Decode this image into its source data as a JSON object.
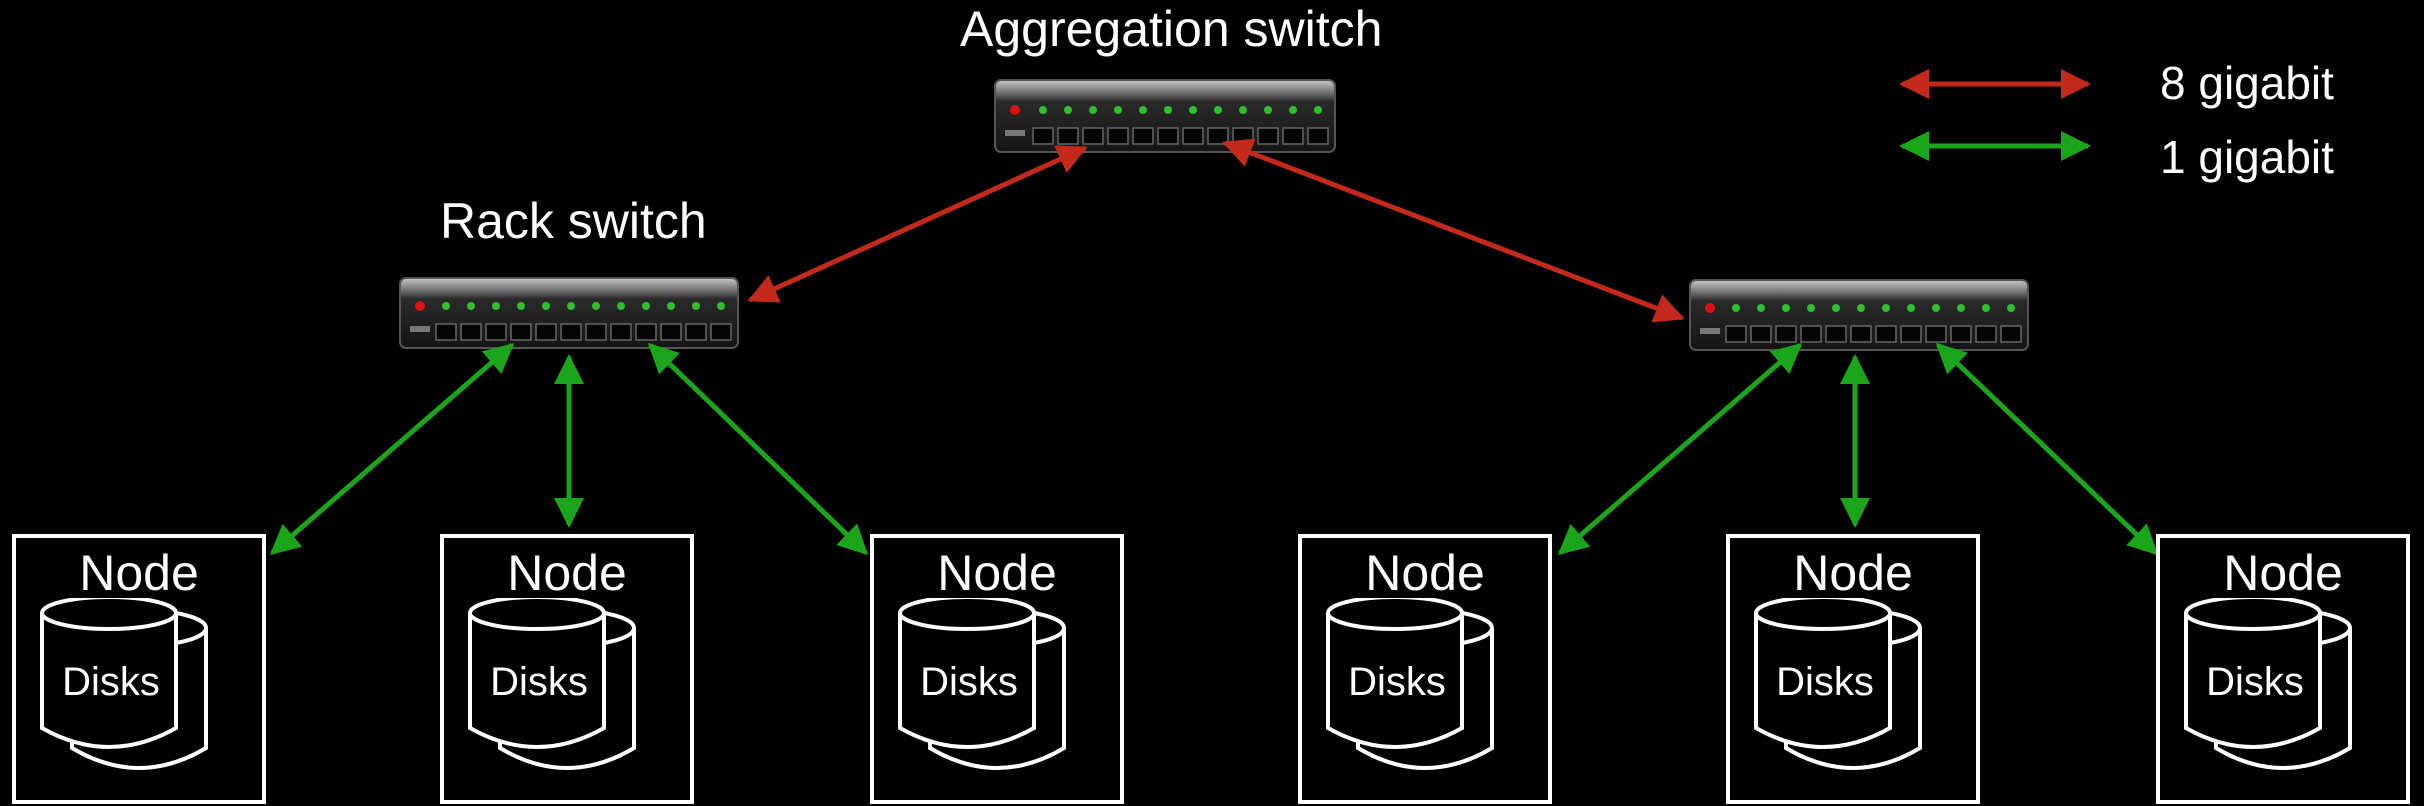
{
  "labels": {
    "aggregation_switch": "Aggregation switch",
    "rack_switch": "Rack switch"
  },
  "legend": {
    "red_label": "8 gigabit",
    "green_label": "1 gigabit",
    "red_color": "#c42a1c",
    "green_color": "#1aa51a"
  },
  "nodes": [
    {
      "title": "Node",
      "disk": "Disks"
    },
    {
      "title": "Node",
      "disk": "Disks"
    },
    {
      "title": "Node",
      "disk": "Disks"
    },
    {
      "title": "Node",
      "disk": "Disks"
    },
    {
      "title": "Node",
      "disk": "Disks"
    },
    {
      "title": "Node",
      "disk": "Disks"
    }
  ],
  "icons": [
    "network-switch-icon",
    "double-arrow-icon",
    "disk-stack-icon"
  ]
}
